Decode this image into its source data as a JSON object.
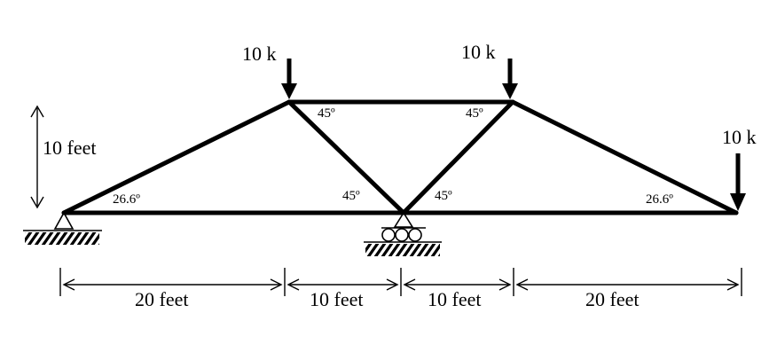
{
  "loads": {
    "load_1": "10 k",
    "load_2": "10 k",
    "load_3": "10 k"
  },
  "dimensions": {
    "height": "10 feet",
    "span_1": "20 feet",
    "span_2": "10 feet",
    "span_3": "10 feet",
    "span_4": "20 feet"
  },
  "angles": {
    "left_support": "26.6º",
    "top_left_joint": "45º",
    "top_right_joint": "45º",
    "bottom_center_left": "45º",
    "bottom_center_right": "45º",
    "right_tip": "26.6º"
  }
}
